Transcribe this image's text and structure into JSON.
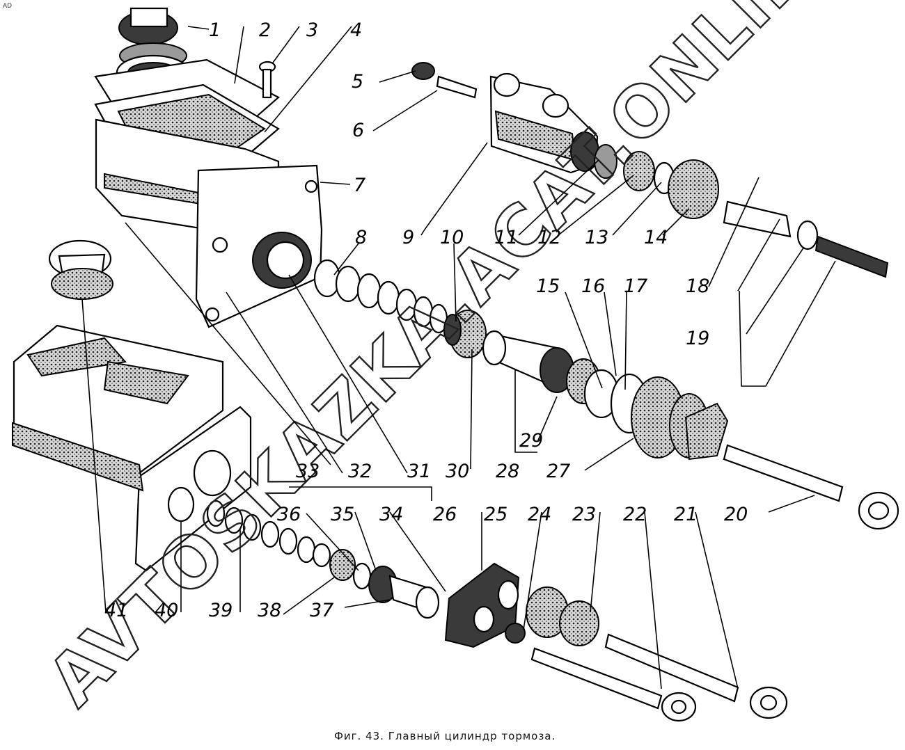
{
  "corner_mark": "AD",
  "caption": "Фиг. 43. Главный цилиндр тормоза.",
  "watermark": "AVTOSKAZKA.ACAT.ONLINE",
  "callouts": {
    "n1": "1",
    "n2": "2",
    "n3": "3",
    "n4": "4",
    "n5": "5",
    "n6": "6",
    "n7": "7",
    "n8": "8",
    "n9": "9",
    "n10": "10",
    "n11": "11",
    "n12": "12",
    "n13": "13",
    "n14": "14",
    "n15": "15",
    "n16": "16",
    "n17": "17",
    "n18": "18",
    "n19": "19",
    "n20": "20",
    "n21": "21",
    "n22": "22",
    "n23": "23",
    "n24": "24",
    "n25": "25",
    "n26": "26",
    "n27": "27",
    "n28": "28",
    "n29": "29",
    "n30": "30",
    "n31": "31",
    "n32": "32",
    "n33": "33",
    "n34": "34",
    "n35": "35",
    "n36": "36",
    "n37": "37",
    "n38": "38",
    "n39": "39",
    "n40": "40",
    "n41": "41"
  }
}
